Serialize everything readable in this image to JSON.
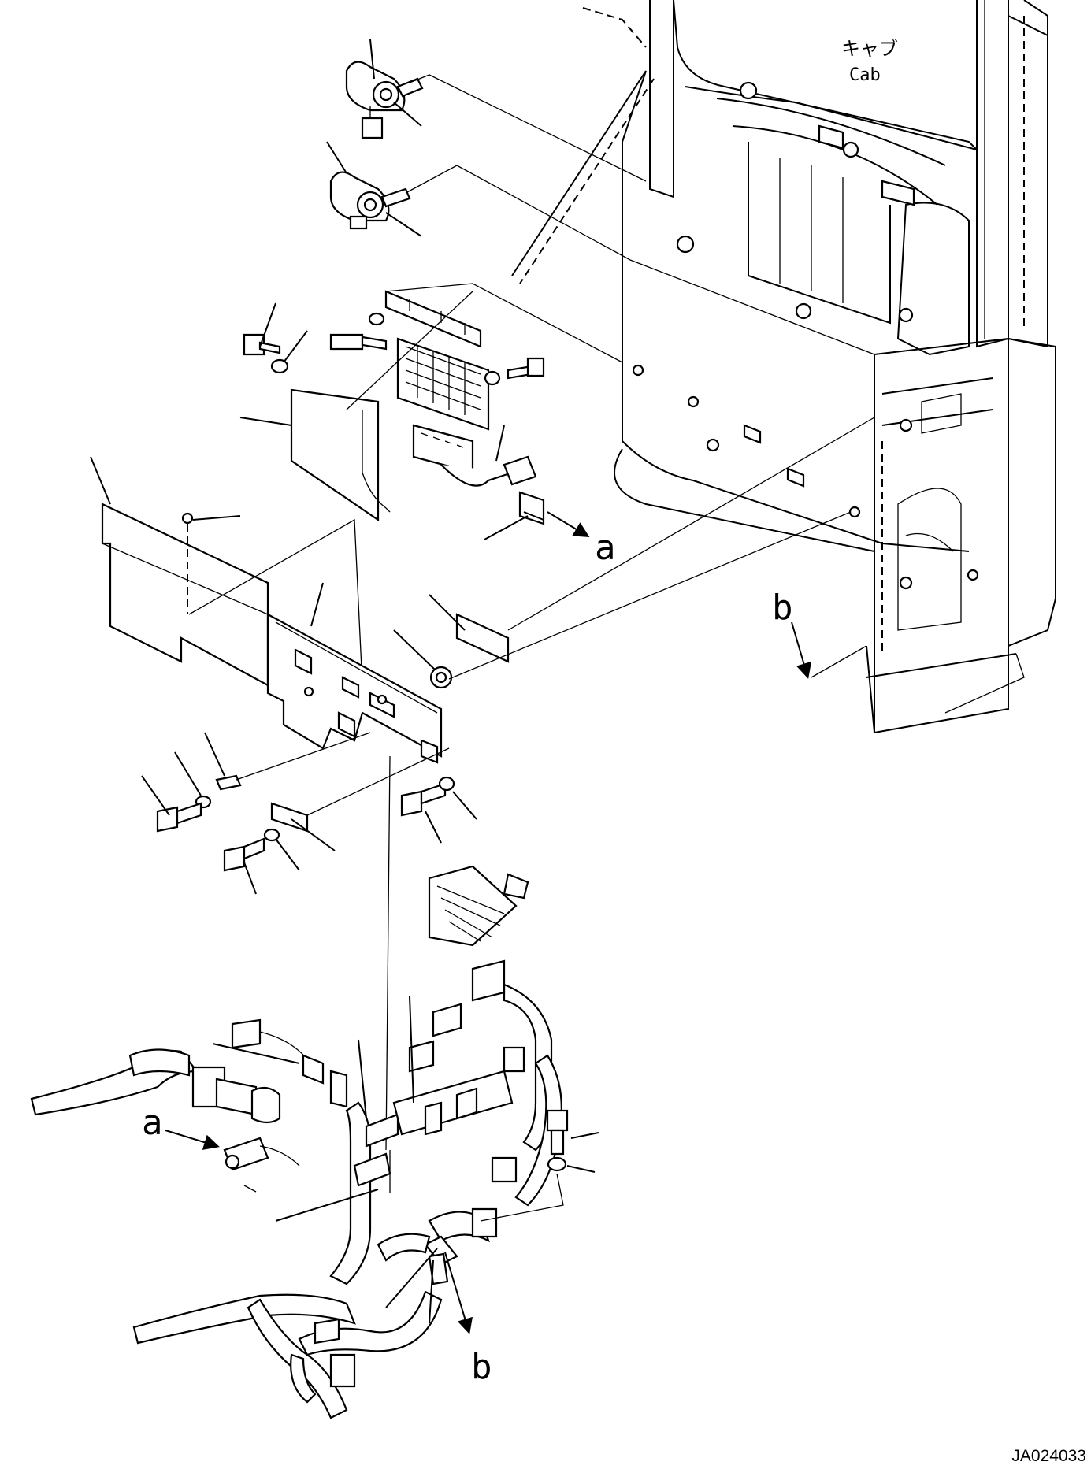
{
  "labels": {
    "cab_jp": "キャブ",
    "cab_en": "Cab",
    "a_top": "a",
    "a_bottom": "a",
    "b_right": "b",
    "b_bottom": "b"
  },
  "drawing_number": "JA024033"
}
